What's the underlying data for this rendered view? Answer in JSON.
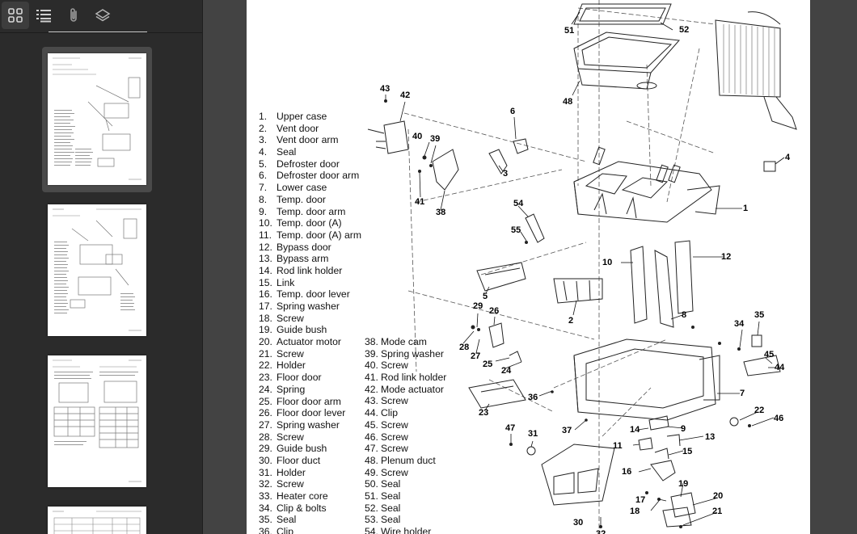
{
  "toolbar": {
    "buttons": [
      {
        "name": "grid-view-button",
        "icon": "grid-icon",
        "active": true
      },
      {
        "name": "outline-button",
        "icon": "list-icon",
        "active": false
      },
      {
        "name": "attachments-button",
        "icon": "paperclip-icon",
        "active": false
      },
      {
        "name": "layers-button",
        "icon": "layers-icon",
        "active": false
      }
    ]
  },
  "thumbnails": [
    {
      "id": "page-1",
      "selected": true
    },
    {
      "id": "page-2",
      "selected": false
    },
    {
      "id": "page-3",
      "selected": false
    },
    {
      "id": "page-4",
      "selected": false
    }
  ],
  "legend_left": [
    {
      "n": "1.",
      "t": "Upper case"
    },
    {
      "n": "2.",
      "t": "Vent door"
    },
    {
      "n": "3.",
      "t": "Vent door arm"
    },
    {
      "n": "4.",
      "t": "Seal"
    },
    {
      "n": "5.",
      "t": "Defroster door"
    },
    {
      "n": "6.",
      "t": "Defroster door arm"
    },
    {
      "n": "7.",
      "t": "Lower case"
    },
    {
      "n": "8.",
      "t": "Temp. door"
    },
    {
      "n": "9.",
      "t": "Temp. door arm"
    },
    {
      "n": "10.",
      "t": "Temp. door (A)"
    },
    {
      "n": "11.",
      "t": "Temp. door (A) arm"
    },
    {
      "n": "12.",
      "t": "Bypass door"
    },
    {
      "n": "13.",
      "t": "Bypass arm"
    },
    {
      "n": "14.",
      "t": "Rod link holder"
    },
    {
      "n": "15.",
      "t": "Link"
    },
    {
      "n": "16.",
      "t": "Temp. door lever"
    },
    {
      "n": "17.",
      "t": "Spring washer"
    },
    {
      "n": "18.",
      "t": "Screw"
    },
    {
      "n": "19.",
      "t": "Guide bush"
    },
    {
      "n": "20.",
      "t": "Actuator motor"
    },
    {
      "n": "21.",
      "t": "Screw"
    },
    {
      "n": "22.",
      "t": "Holder"
    },
    {
      "n": "23.",
      "t": "Floor door"
    },
    {
      "n": "24.",
      "t": "Spring"
    },
    {
      "n": "25.",
      "t": "Floor door arm"
    },
    {
      "n": "26.",
      "t": "Floor door lever"
    },
    {
      "n": "27.",
      "t": "Spring washer"
    },
    {
      "n": "28.",
      "t": "Screw"
    },
    {
      "n": "29.",
      "t": "Guide bush"
    },
    {
      "n": "30.",
      "t": "Floor duct"
    },
    {
      "n": "31.",
      "t": "Holder"
    },
    {
      "n": "32.",
      "t": "Screw"
    },
    {
      "n": "33.",
      "t": "Heater core"
    },
    {
      "n": "34.",
      "t": "Clip & bolts"
    },
    {
      "n": "35.",
      "t": "Seal"
    },
    {
      "n": "36.",
      "t": "Clip"
    }
  ],
  "legend_right": [
    {
      "n": "38.",
      "t": "Mode cam"
    },
    {
      "n": "39.",
      "t": "Spring washer"
    },
    {
      "n": "40.",
      "t": "Screw"
    },
    {
      "n": "41.",
      "t": "Rod link holder"
    },
    {
      "n": "42.",
      "t": "Mode actuator"
    },
    {
      "n": "43.",
      "t": "Screw"
    },
    {
      "n": "44.",
      "t": "Clip"
    },
    {
      "n": "45.",
      "t": "Screw"
    },
    {
      "n": "46.",
      "t": "Screw"
    },
    {
      "n": "47.",
      "t": "Screw"
    },
    {
      "n": "48.",
      "t": "Plenum duct"
    },
    {
      "n": "49.",
      "t": "Screw"
    },
    {
      "n": "50.",
      "t": "Seal"
    },
    {
      "n": "51.",
      "t": "Seal"
    },
    {
      "n": "52.",
      "t": "Seal"
    },
    {
      "n": "53.",
      "t": "Seal"
    },
    {
      "n": "54.",
      "t": "Wire holder"
    }
  ],
  "callouts": [
    "51",
    "52",
    "48",
    "43",
    "42",
    "6",
    "40",
    "39",
    "3",
    "4",
    "41",
    "38",
    "1",
    "54",
    "55",
    "12",
    "10",
    "5",
    "2",
    "8",
    "29",
    "26",
    "35",
    "34",
    "28",
    "27",
    "45",
    "25",
    "24",
    "44",
    "7",
    "36",
    "23",
    "22",
    "46",
    "9",
    "47",
    "31",
    "37",
    "14",
    "13",
    "11",
    "15",
    "16",
    "19",
    "17",
    "20",
    "18",
    "21",
    "30",
    "32"
  ]
}
